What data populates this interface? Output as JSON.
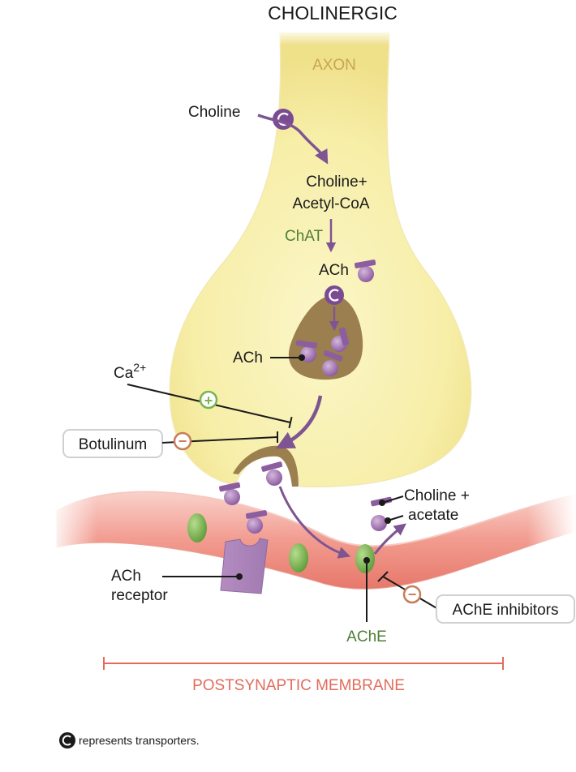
{
  "title": "CHOLINERGIC",
  "labels": {
    "axon": "AXON",
    "choline": "Choline",
    "choline_plus": "Choline+",
    "acetyl_coa": "Acetyl-CoA",
    "chat": "ChAT",
    "ach_top": "ACh",
    "ach_vesicle": "ACh",
    "ca": "Ca",
    "ca_sup": "2+",
    "botulinum": "Botulinum",
    "choline_acetate_1": "Choline +",
    "choline_acetate_2": "acetate",
    "ach_receptor_1": "ACh",
    "ach_receptor_2": "receptor",
    "ache": "AChE",
    "ache_inhibitors": "AChE inhibitors",
    "postsynaptic": "POSTSYNAPTIC MEMBRANE",
    "footnote": "represents transporters."
  },
  "symbols": {
    "plus": "+",
    "minus": "−"
  },
  "colors": {
    "axon_fill": "#f8f1b6",
    "vesicle": "#9c7f4e",
    "ach_molecule": "#9b6dab",
    "transporter": "#7b4b92",
    "ache_enzyme": "#79b550",
    "membrane": "#f1a69c",
    "post_label": "#e36b5c",
    "green_label": "#4e7f35"
  }
}
